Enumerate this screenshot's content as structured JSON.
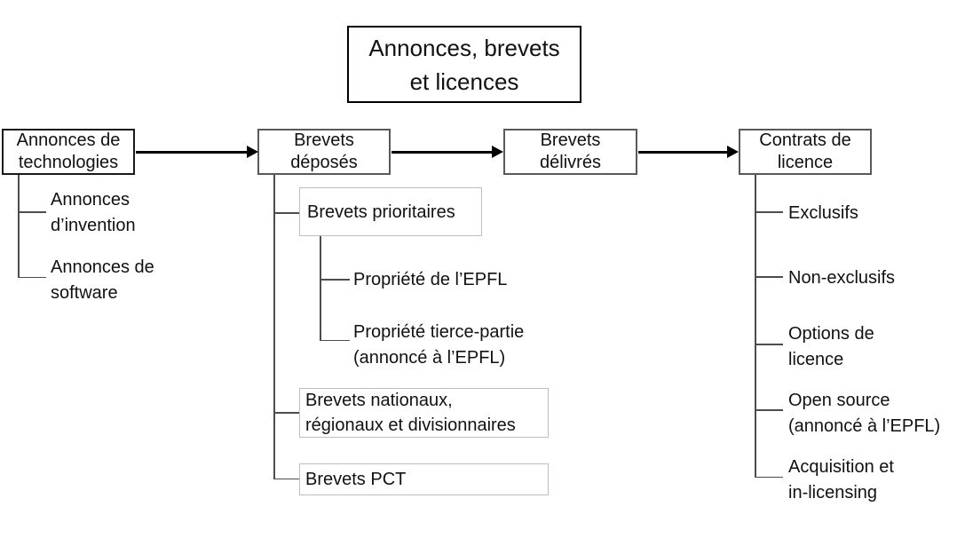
{
  "title": "Annonces, brevets\net licences",
  "flow": {
    "annonces_technologies": "Annonces de\ntechnologies",
    "brevets_deposes": "Brevets\ndéposés",
    "brevets_delivres": "Brevets\ndélivrés",
    "contrats_licence": "Contrats de\nlicence"
  },
  "annonces_tree": {
    "invention": "Annonces\nd’invention",
    "software": "Annonces de\nsoftware"
  },
  "brevets_tree": {
    "prioritaires": "Brevets prioritaires",
    "propriete_epfl": "Propriété de l’EPFL",
    "propriete_tierce": "Propriété tierce-partie\n(annoncé à l’EPFL)",
    "nationaux": "Brevets nationaux,\nrégionaux et divisionnaires",
    "pct": "Brevets PCT"
  },
  "contrats_tree": {
    "exclusifs": "Exclusifs",
    "non_exclusifs": "Non-exclusifs",
    "options_licence": "Options de\nlicence",
    "open_source": "Open source\n(annoncé à l’EPFL)",
    "acquisition": "Acquisition et\nin-licensing"
  },
  "colors": {
    "background": "#ffffff",
    "text": "#111111",
    "title_border": "#000000",
    "node_border": "#595959",
    "sub_box_border": "#bfbfbf",
    "connector": "#4d4d4d",
    "arrow": "#000000"
  }
}
